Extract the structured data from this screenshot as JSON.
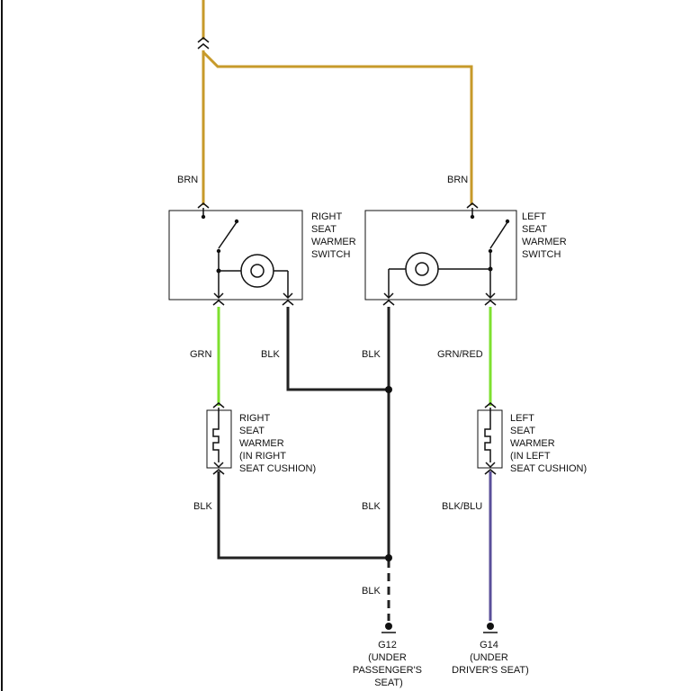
{
  "colors": {
    "brn": "#c79a2a",
    "grn": "#7ee02f",
    "blk": "#222222",
    "blu": "#5a4f9a"
  },
  "labels": {
    "brn_left": "BRN",
    "brn_right": "BRN",
    "grn": "GRN",
    "blk_right_switch": "BLK",
    "blk_center_top": "BLK",
    "grn_red": "GRN/RED",
    "blk_right_warmer": "BLK",
    "blk_center_mid": "BLK",
    "blk_blu": "BLK/BLU",
    "blk_center_bottom": "BLK"
  },
  "components": {
    "right_switch": [
      "RIGHT",
      "SEAT",
      "WARMER",
      "SWITCH"
    ],
    "left_switch": [
      "LEFT",
      "SEAT",
      "WARMER",
      "SWITCH"
    ],
    "right_warmer": [
      "RIGHT",
      "SEAT",
      "WARMER",
      "(IN RIGHT",
      "SEAT CUSHION)"
    ],
    "left_warmer": [
      "LEFT",
      "SEAT",
      "WARMER",
      "(IN LEFT",
      "SEAT CUSHION)"
    ]
  },
  "grounds": {
    "g12": [
      "G12",
      "(UNDER",
      "PASSENGER'S",
      "SEAT)"
    ],
    "g14": [
      "G14",
      "(UNDER",
      "DRIVER'S SEAT)"
    ]
  }
}
